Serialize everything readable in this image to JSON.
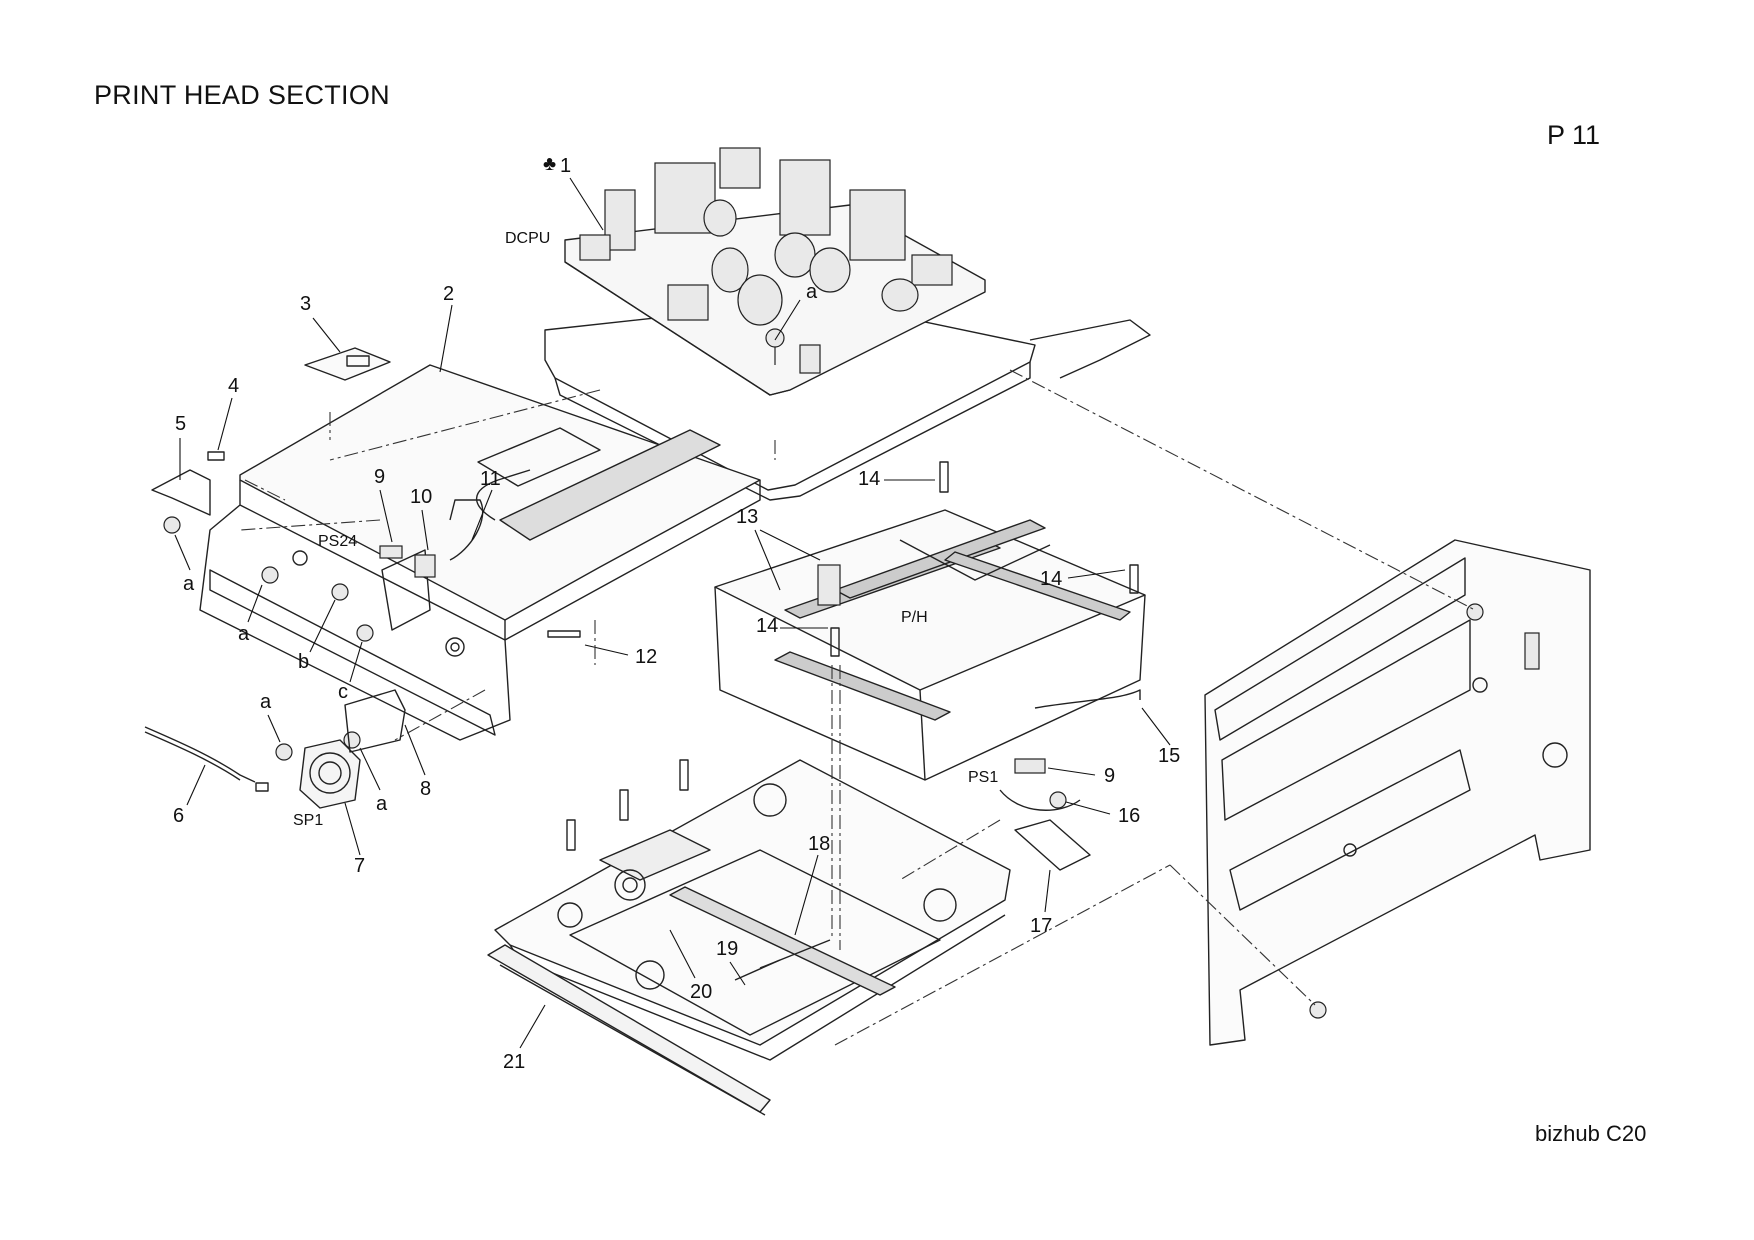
{
  "header": {
    "title": "PRINT HEAD SECTION",
    "page": "P 11"
  },
  "footer": {
    "model": "bizhub C20"
  },
  "callouts": {
    "c1": "1",
    "c1_mark": "♣",
    "dcpu": "DCPU",
    "a_top": "a",
    "c2": "2",
    "c3": "3",
    "c4": "4",
    "c5": "5",
    "c9_left": "9",
    "c10": "10",
    "c11": "11",
    "ps24": "PS24",
    "a1": "a",
    "a2": "a",
    "b": "b",
    "c": "c",
    "c12": "12",
    "c13": "13",
    "c14_a": "14",
    "c14_b": "14",
    "c14_c": "14",
    "ph": "P/H",
    "c15": "15",
    "ps1": "PS1",
    "c9_right": "9",
    "c16": "16",
    "c17": "17",
    "c18": "18",
    "c19": "19",
    "c20": "20",
    "c21": "21",
    "a3": "a",
    "a4": "a",
    "c6": "6",
    "sp1": "SP1",
    "c7": "7",
    "c8": "8"
  }
}
